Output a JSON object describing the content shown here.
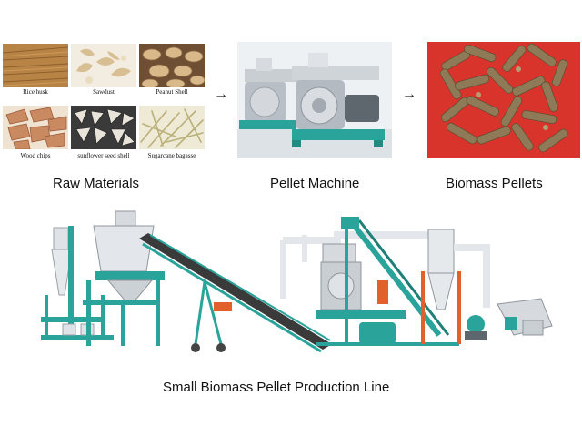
{
  "raw_materials": {
    "items": [
      {
        "label": "Rice husk"
      },
      {
        "label": "Sawdust"
      },
      {
        "label": "Peanut Shell"
      },
      {
        "label": "Wood chips"
      },
      {
        "label": "sunflower seed shell"
      },
      {
        "label": "Sugarcane bagasse"
      }
    ]
  },
  "labels": {
    "raw_materials": "Raw Materials",
    "pellet_machine": "Pellet Machine",
    "biomass_pellets": "Biomass Pellets"
  },
  "arrows": [
    "→",
    "→"
  ],
  "production_line": {
    "title": "Small Biomass Pellet Production Line"
  },
  "colors": {
    "machine_teal": "#2aa39a",
    "machine_grey": "#c9ced3",
    "belt": "#3a3a3a",
    "pellet_red": "#d8342c",
    "pellet_tan": "#8e7a56",
    "motor_orange": "#e0612c"
  }
}
